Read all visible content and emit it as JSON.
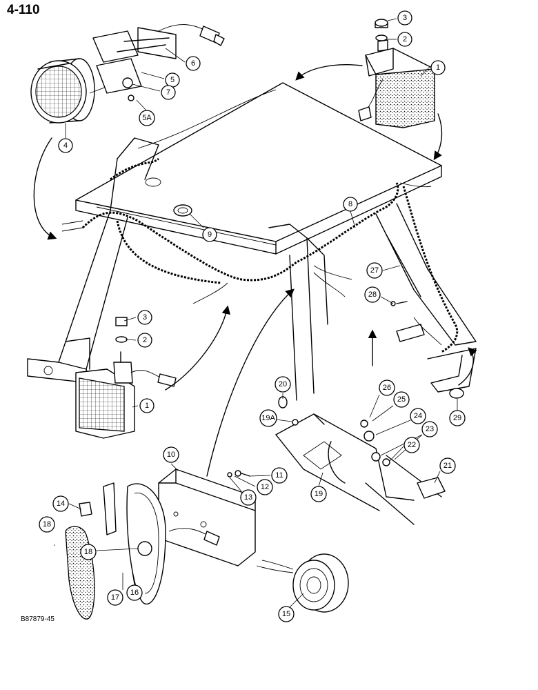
{
  "page_number": "4-110",
  "drawing_code": "B87879-45",
  "callouts": [
    "1",
    "2",
    "3",
    "1",
    "2",
    "3",
    "4",
    "5",
    "5A",
    "6",
    "7",
    "8",
    "9",
    "10",
    "11",
    "12",
    "13",
    "14",
    "15",
    "16",
    "17",
    "18",
    "18",
    "19",
    "19A",
    "20",
    "21",
    "22",
    "23",
    "24",
    "25",
    "26",
    "27",
    "28",
    "29"
  ]
}
